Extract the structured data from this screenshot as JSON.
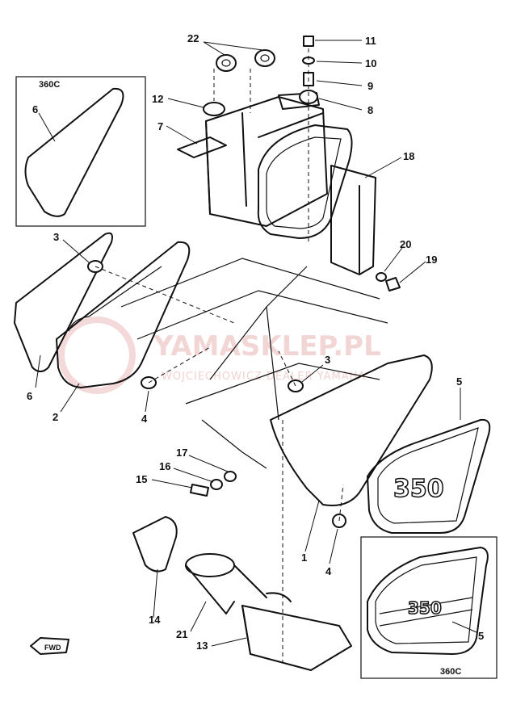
{
  "watermark": {
    "title": "YAMASKLEP.PL",
    "subtitle": "WOJCIECHOWICZ DEALER YAMAHA"
  },
  "insets": {
    "left_box_label": "360C",
    "right_box_label": "360C"
  },
  "badge_text": "350",
  "fwd_label": "FWD",
  "callouts": [
    {
      "id": "c22",
      "text": "22"
    },
    {
      "id": "c11",
      "text": "11"
    },
    {
      "id": "c10",
      "text": "10"
    },
    {
      "id": "c9",
      "text": "9"
    },
    {
      "id": "c8",
      "text": "8"
    },
    {
      "id": "c12",
      "text": "12"
    },
    {
      "id": "c7",
      "text": "7"
    },
    {
      "id": "c18",
      "text": "18"
    },
    {
      "id": "c6a",
      "text": "6"
    },
    {
      "id": "c3a",
      "text": "3"
    },
    {
      "id": "c20",
      "text": "20"
    },
    {
      "id": "c19",
      "text": "19"
    },
    {
      "id": "c6b",
      "text": "6"
    },
    {
      "id": "c2",
      "text": "2"
    },
    {
      "id": "c4a",
      "text": "4"
    },
    {
      "id": "c3b",
      "text": "3"
    },
    {
      "id": "c5a",
      "text": "5"
    },
    {
      "id": "c17",
      "text": "17"
    },
    {
      "id": "c16",
      "text": "16"
    },
    {
      "id": "c15",
      "text": "15"
    },
    {
      "id": "c1",
      "text": "1"
    },
    {
      "id": "c4b",
      "text": "4"
    },
    {
      "id": "c14",
      "text": "14"
    },
    {
      "id": "c21",
      "text": "21"
    },
    {
      "id": "c13",
      "text": "13"
    },
    {
      "id": "c5b",
      "text": "5"
    }
  ]
}
